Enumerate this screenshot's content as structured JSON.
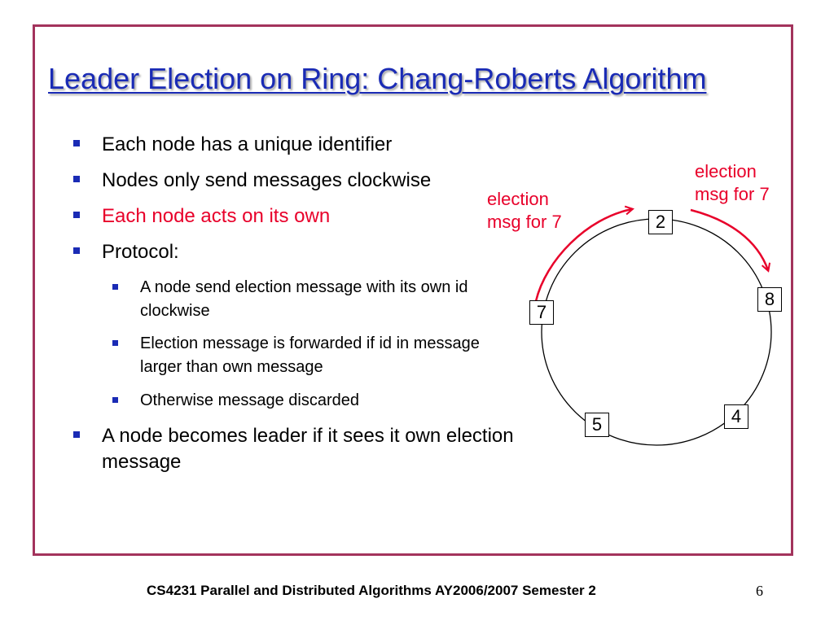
{
  "title": "Leader Election on Ring: Chang-Roberts Algorithm",
  "bullets": {
    "b1": "Each node has a unique identifier",
    "b2": "Nodes only send messages clockwise",
    "b3": "Each node acts on its own",
    "b4": "Protocol:",
    "s1": "A node send election message with its own id clockwise",
    "s2": "Election message is forwarded if id in message larger than own message",
    "s3": "Otherwise message discarded",
    "b5": "A node becomes leader if it sees it own election message"
  },
  "diagram": {
    "left_label_1": "election",
    "left_label_2": "msg for 7",
    "right_label_1": "election",
    "right_label_2": "msg for 7",
    "nodes": {
      "n2": "2",
      "n8": "8",
      "n7": "7",
      "n4": "4",
      "n5": "5"
    }
  },
  "footer": {
    "course": "CS4231 Parallel and Distributed Algorithms AY2006/2007 Semester 2",
    "page": "6"
  },
  "colors": {
    "title": "#1A2BB5",
    "accent_red": "#E8002A",
    "frame": "#A3335C",
    "bullet": "#1A2BB5"
  }
}
